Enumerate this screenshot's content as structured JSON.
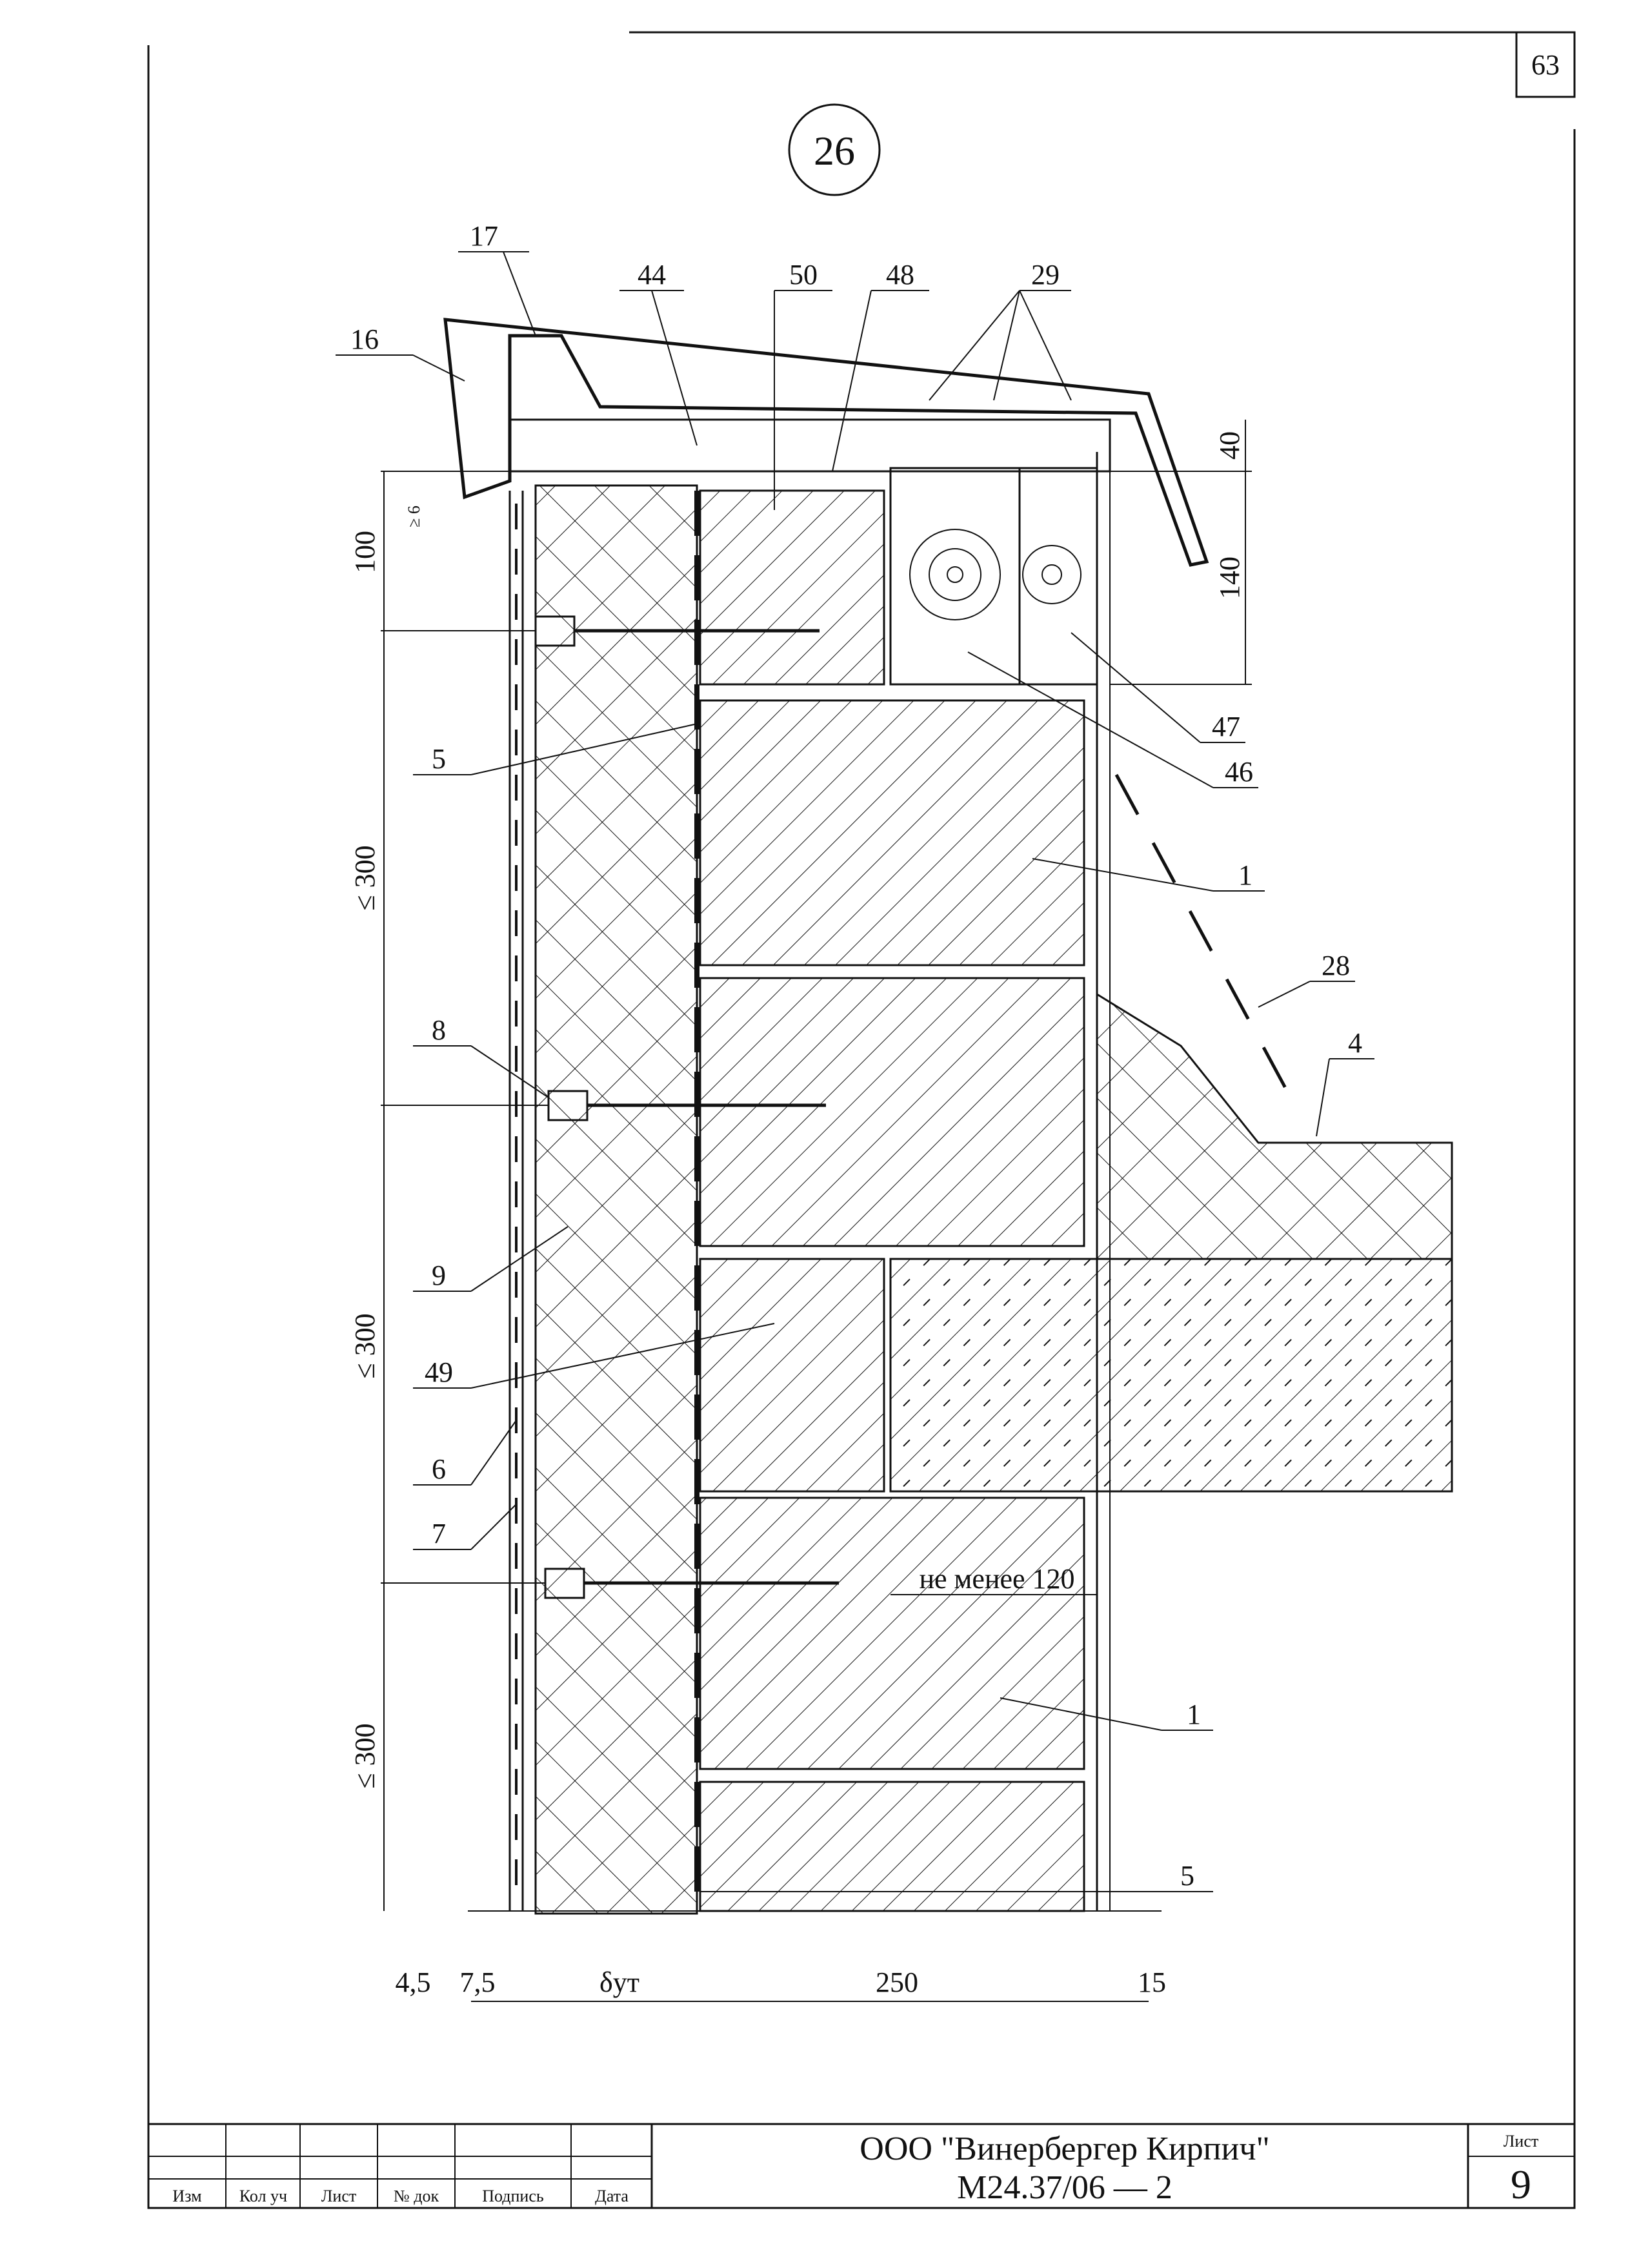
{
  "sheet_number_top": "63",
  "detail_number": "26",
  "callouts": {
    "c17": "17",
    "c16": "16",
    "c44": "44",
    "c50": "50",
    "c48": "48",
    "c29": "29",
    "c47": "47",
    "c46": "46",
    "c5a": "5",
    "c1a": "1",
    "c28": "28",
    "c4": "4",
    "c8": "8",
    "c9": "9",
    "c49": "49",
    "c6": "6",
    "c7": "7",
    "c1b": "1",
    "c5b": "5"
  },
  "dimensions": {
    "d100": "100",
    "d6": "≥ 6",
    "d300a": "≤ 300",
    "d300b": "≤ 300",
    "d300c": "≤ 300",
    "d40": "40",
    "d140": "140",
    "note_min": "не менее 120",
    "b45": "4,5",
    "b75": "7,5",
    "bdelta": "δут",
    "b250": "250",
    "b15": "15"
  },
  "title_block": {
    "company": "ООО \"Винербергер Кирпич\"",
    "doc_code": "М24.37/06 — 2",
    "sheet_label": "Лист",
    "sheet_value": "9",
    "columns": [
      "Изм",
      "Кол уч",
      "Лист",
      "№ док",
      "Подпись",
      "Дата"
    ]
  }
}
